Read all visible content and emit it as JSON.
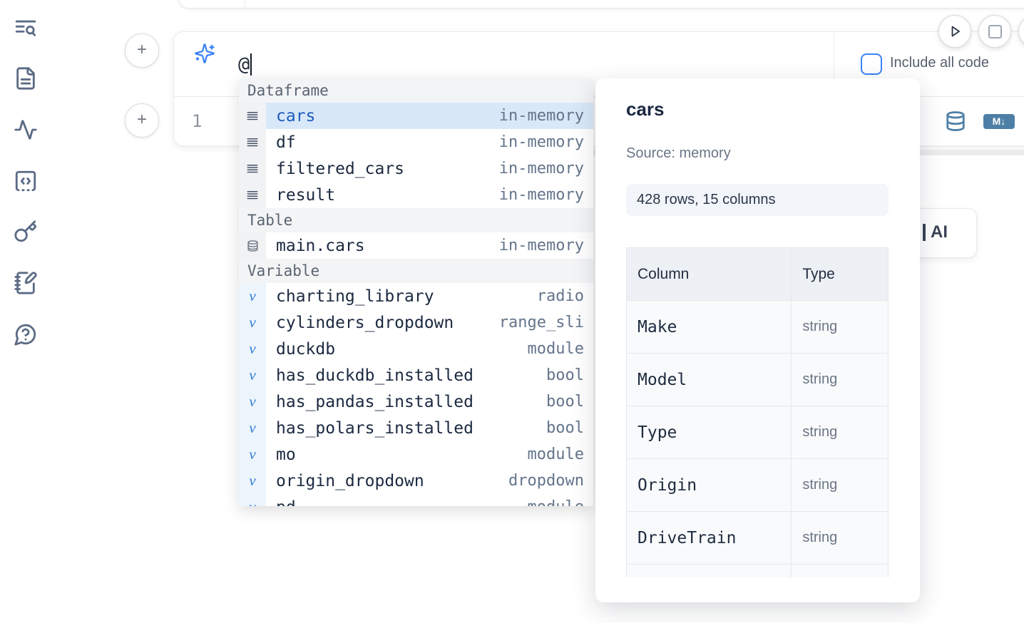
{
  "sidebar": {
    "icons": [
      "list-search",
      "file-text",
      "activity",
      "code-square-dashed",
      "key",
      "notebook-pen",
      "help-bubble"
    ]
  },
  "prompt_cell": {
    "input_value": "@",
    "include_all_code_label": "Include all code",
    "line_number": "1",
    "markdown_badge": "M↓"
  },
  "ai_button": {
    "visible_fragment": "AI"
  },
  "autocomplete": {
    "sections": [
      {
        "label": "Dataframe",
        "icon": "dataframe-rows",
        "gutter": "grey",
        "items": [
          {
            "name": "cars",
            "type": "in-memory",
            "selected": true
          },
          {
            "name": "df",
            "type": "in-memory"
          },
          {
            "name": "filtered_cars",
            "type": "in-memory"
          },
          {
            "name": "result",
            "type": "in-memory"
          }
        ]
      },
      {
        "label": "Table",
        "icon": "database",
        "gutter": "grey",
        "items": [
          {
            "name": "main.cars",
            "type": "in-memory"
          }
        ]
      },
      {
        "label": "Variable",
        "icon": "variable-v",
        "gutter": "blue",
        "items": [
          {
            "name": "charting_library",
            "type": "radio"
          },
          {
            "name": "cylinders_dropdown",
            "type": "range_sli"
          },
          {
            "name": "duckdb",
            "type": "module"
          },
          {
            "name": "has_duckdb_installed",
            "type": "bool"
          },
          {
            "name": "has_pandas_installed",
            "type": "bool"
          },
          {
            "name": "has_polars_installed",
            "type": "bool"
          },
          {
            "name": "mo",
            "type": "module"
          },
          {
            "name": "origin_dropdown",
            "type": "dropdown"
          },
          {
            "name": "pd",
            "type": "module"
          }
        ]
      }
    ]
  },
  "preview": {
    "title": "cars",
    "source": "Source: memory",
    "shape": "428 rows, 15 columns",
    "table": {
      "headers": [
        "Column",
        "Type"
      ],
      "rows": [
        [
          "Make",
          "string"
        ],
        [
          "Model",
          "string"
        ],
        [
          "Type",
          "string"
        ],
        [
          "Origin",
          "string"
        ],
        [
          "DriveTrain",
          "string"
        ]
      ]
    }
  },
  "colors": {
    "accent_blue": "#3b82f6",
    "selected_row_bg": "#d9e8f8",
    "selected_row_text": "#1d5bbf",
    "steel_blue_icon": "#4d7fa6",
    "section_header_bg": "#f3f4f6",
    "variable_gutter_bg": "#ecf4fc"
  }
}
